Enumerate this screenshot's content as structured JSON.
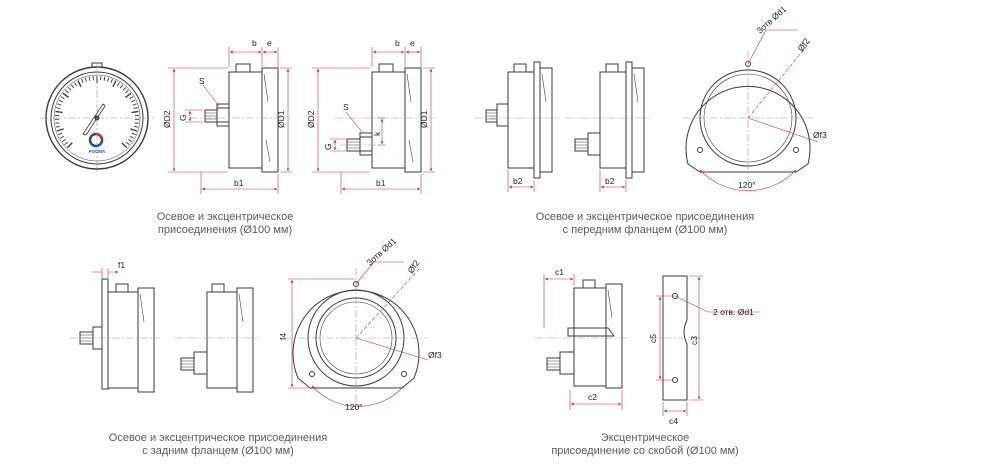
{
  "colors": {
    "outline": "#3a3a3a",
    "dimension": "#c8333c",
    "centerline": "#9a9a9a",
    "logo_red": "#d8232a",
    "logo_blue": "#1d4f9c",
    "caption_text": "#5a5a5a"
  },
  "gauge_face": {
    "logo_text": "РОСМА"
  },
  "captions": {
    "axial": {
      "line1": "Осевое и эксцентрическое",
      "line2": "присоединения (Ø100 мм)"
    },
    "front_flange": {
      "line1": "Осевое и эксцентрическое присоединения",
      "line2": "с передним фланцем (Ø100 мм)"
    },
    "rear_flange": {
      "line1": "Осевое и эксцентрическое присоединения",
      "line2": "с задним фланцем (Ø100 мм)"
    },
    "bracket": {
      "line1": "Эксцентрическое",
      "line2": "присоединение со скобой (Ø100 мм)"
    }
  },
  "dims": {
    "b": "b",
    "e": "e",
    "s": "S",
    "d2": "ØD2",
    "g": "G",
    "d1": "ØD1",
    "b1": "b1",
    "k": "k",
    "b2": "b2",
    "holes3": "3отв Ød1",
    "f2": "Øf2",
    "f3": "Øf3",
    "angle": "120°",
    "f1": "f1",
    "f4": "f4",
    "c1": "c1",
    "c2": "c2",
    "c3": "c3",
    "c4": "c4",
    "c5": "c5",
    "holes2": "2 отв. Ød1"
  }
}
